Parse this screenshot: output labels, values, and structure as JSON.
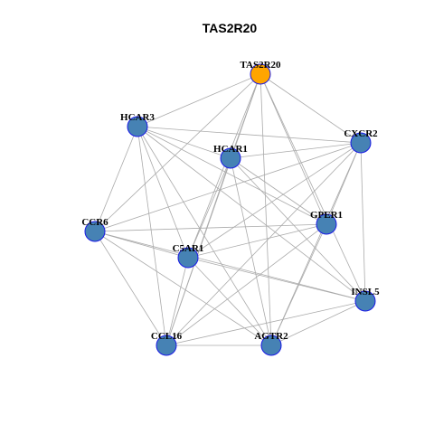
{
  "title": "TAS2R20",
  "colors": {
    "hub": "#FFA500",
    "node": "#4682B4",
    "border": "#1A1AE6",
    "edge": "#AAAAAA"
  },
  "nodes": [
    {
      "id": "TAS2R20",
      "label": "TAS2R20",
      "hub": true
    },
    {
      "id": "HCAR3",
      "label": "HCAR3",
      "hub": false
    },
    {
      "id": "CXCR2",
      "label": "CXCR2",
      "hub": false
    },
    {
      "id": "HCAR1",
      "label": "HCAR1",
      "hub": false
    },
    {
      "id": "GPER1",
      "label": "GPER1",
      "hub": false
    },
    {
      "id": "CCR6",
      "label": "CCR6",
      "hub": false
    },
    {
      "id": "C5AR1",
      "label": "C5AR1",
      "hub": false
    },
    {
      "id": "INSL5",
      "label": "INSL5",
      "hub": false
    },
    {
      "id": "CCL16",
      "label": "CCL16",
      "hub": false
    },
    {
      "id": "AGTR2",
      "label": "AGTR2",
      "hub": false
    }
  ],
  "edges": [
    [
      "TAS2R20",
      "HCAR3"
    ],
    [
      "TAS2R20",
      "CXCR2"
    ],
    [
      "TAS2R20",
      "HCAR1"
    ],
    [
      "TAS2R20",
      "GPER1"
    ],
    [
      "TAS2R20",
      "CCR6"
    ],
    [
      "TAS2R20",
      "C5AR1"
    ],
    [
      "TAS2R20",
      "INSL5"
    ],
    [
      "TAS2R20",
      "CCL16"
    ],
    [
      "TAS2R20",
      "AGTR2"
    ],
    [
      "HCAR3",
      "CXCR2"
    ],
    [
      "HCAR3",
      "HCAR1"
    ],
    [
      "HCAR3",
      "GPER1"
    ],
    [
      "HCAR3",
      "CCR6"
    ],
    [
      "HCAR3",
      "C5AR1"
    ],
    [
      "HCAR3",
      "INSL5"
    ],
    [
      "HCAR3",
      "CCL16"
    ],
    [
      "HCAR3",
      "AGTR2"
    ],
    [
      "CXCR2",
      "HCAR1"
    ],
    [
      "CXCR2",
      "GPER1"
    ],
    [
      "CXCR2",
      "CCR6"
    ],
    [
      "CXCR2",
      "C5AR1"
    ],
    [
      "CXCR2",
      "INSL5"
    ],
    [
      "CXCR2",
      "CCL16"
    ],
    [
      "CXCR2",
      "AGTR2"
    ],
    [
      "HCAR1",
      "GPER1"
    ],
    [
      "HCAR1",
      "C5AR1"
    ],
    [
      "HCAR1",
      "INSL5"
    ],
    [
      "HCAR1",
      "CCL16"
    ],
    [
      "HCAR1",
      "AGTR2"
    ],
    [
      "GPER1",
      "CCR6"
    ],
    [
      "GPER1",
      "C5AR1"
    ],
    [
      "GPER1",
      "CCL16"
    ],
    [
      "GPER1",
      "AGTR2"
    ],
    [
      "CCR6",
      "C5AR1"
    ],
    [
      "CCR6",
      "INSL5"
    ],
    [
      "CCR6",
      "CCL16"
    ],
    [
      "CCR6",
      "AGTR2"
    ],
    [
      "C5AR1",
      "INSL5"
    ],
    [
      "C5AR1",
      "CCL16"
    ],
    [
      "C5AR1",
      "AGTR2"
    ],
    [
      "INSL5",
      "CCL16"
    ],
    [
      "INSL5",
      "AGTR2"
    ],
    [
      "CCL16",
      "AGTR2"
    ]
  ]
}
